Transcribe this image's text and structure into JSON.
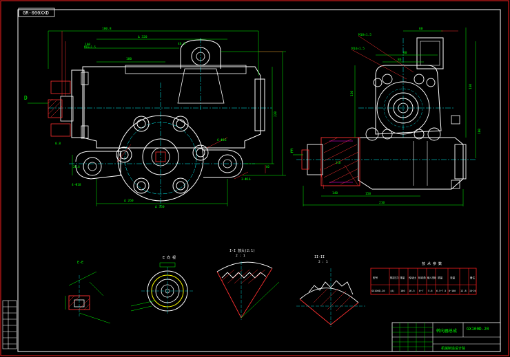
{
  "drawing": {
    "code_top": "GR-000XXD",
    "view_d_marker": "D",
    "view_e_marker": "E"
  },
  "dims": {
    "d1": "100.8",
    "d2": "Δ 320",
    "d3": "46.3",
    "d4": "180",
    "d5": "220",
    "d6": "Δ 260",
    "d7": "Δ 350",
    "d8": "0.8",
    "d9": "M16×1.5",
    "d10": "100",
    "d11": "110",
    "d12": "130",
    "d13": "80",
    "d14": "86",
    "d15": "60",
    "d16": "130",
    "d17": "210",
    "d18": "150",
    "d19": "M18×1.5",
    "d20": "M14×1.5",
    "d21": "100",
    "d22": "140",
    "d23": "3-Φ16",
    "d24": "6-Φ16",
    "d25": "4-Φ18",
    "d26": "26.8"
  },
  "views": {
    "detail_small": "E-E",
    "detail_e_title": "E 向 视",
    "section1_title": "I-I 放大(2:1)",
    "section1_scale": "2 : 1",
    "section2_title": "II-II",
    "section2_scale": "2 : 1"
  },
  "table": {
    "title": "技 术 参 数",
    "headers": [
      "型号",
      "额定压力",
      "排量",
      "传动比",
      "转向角",
      "输入扭矩",
      "质量",
      "流量",
      "备注"
    ],
    "row": [
      "GX100D-20",
      "(A)",
      "100",
      "16.5",
      "0~7",
      "5.6",
      "6.5~7.5",
      "0~100",
      "12.8",
      "18~24"
    ]
  },
  "titleblock": {
    "name": "转向器总成",
    "code": "GX100D-20",
    "company": "机械制造设计院"
  },
  "colors": {
    "frame": "#ff2020",
    "body": "#ffffff",
    "dimension": "#00ff00",
    "center": "#00ffff",
    "hatch": "#ff3030",
    "hidden": "#ffff00",
    "magenta": "#ff00ff"
  }
}
